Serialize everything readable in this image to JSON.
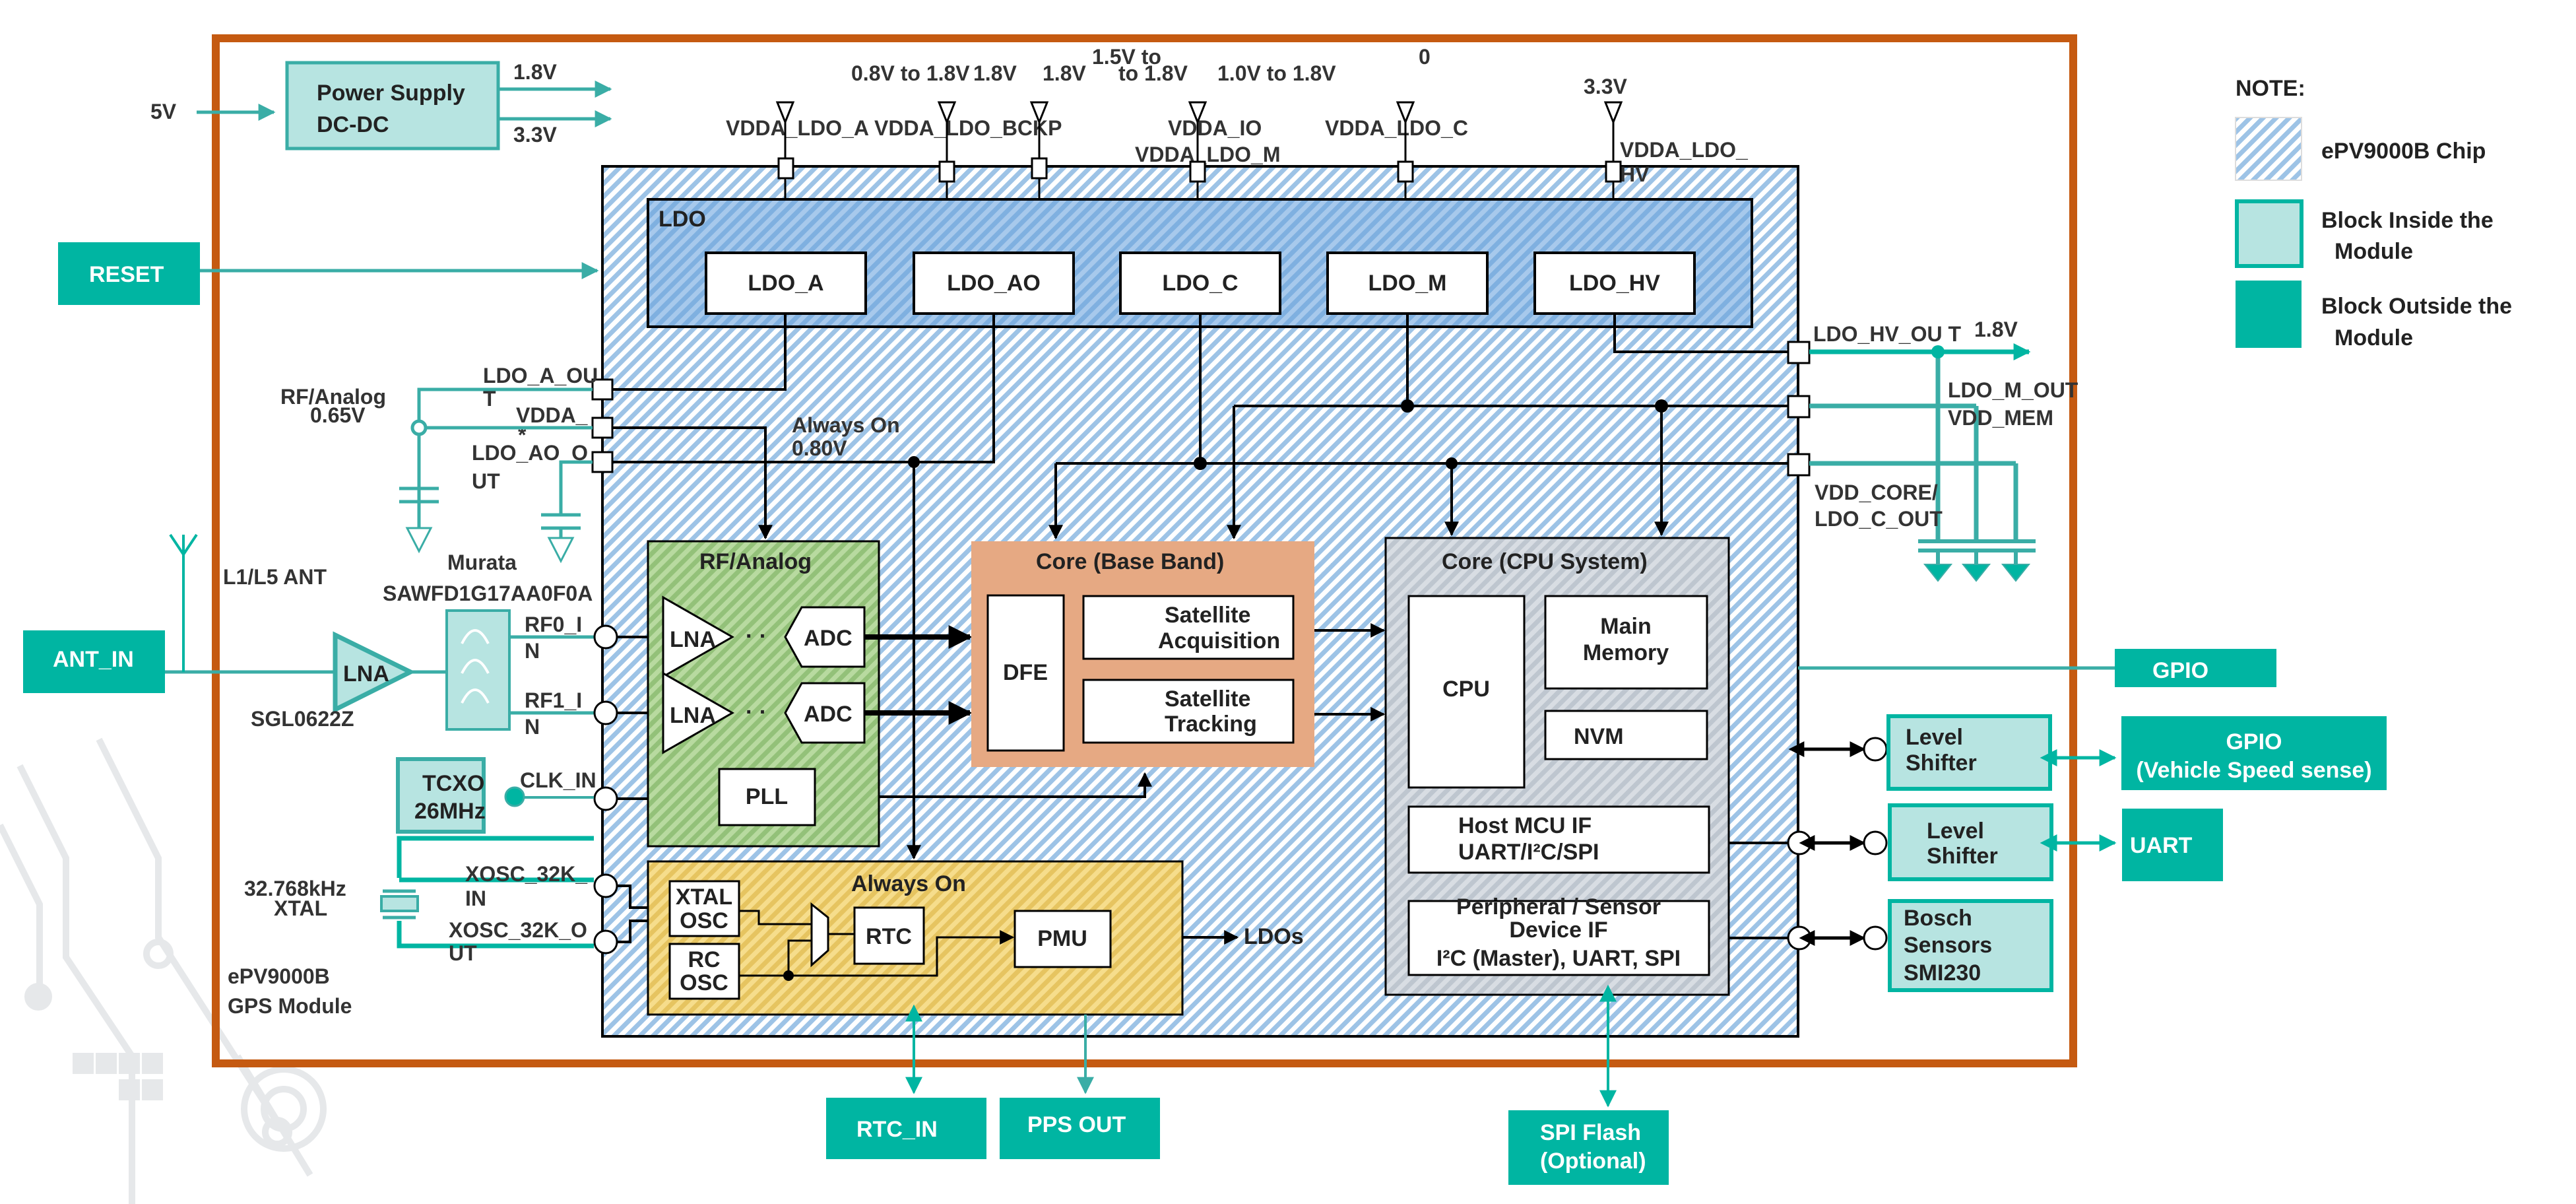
{
  "colors": {
    "module_border": "#c55a11",
    "teal_outside": "#00b5a2",
    "teal_inside_fill": "#b7e4e1",
    "teal_line": "#3aada6",
    "chip_hatch": "#9dc3e6",
    "ldo_fill": "#8db8e6",
    "rf_analog_fill": "#a9d18e",
    "core_baseband_fill": "#e6a983",
    "core_cpu_fill": "#cfd5dc",
    "always_on_fill": "#f2d47a"
  },
  "power_supply": {
    "line1": "Power Supply",
    "line2": "DC-DC",
    "input": "5V",
    "out1": "1.8V",
    "out2": "3.3V"
  },
  "reset": "RESET",
  "supply_pins": [
    {
      "voltage": "",
      "name": "VDDA_LDO_A"
    },
    {
      "voltage": "0.8V to 1.8V",
      "name": "VDDA_LDO_BCKP"
    },
    {
      "voltage": "1.8V",
      "name": ""
    },
    {
      "voltage": "1.8V",
      "name": ""
    },
    {
      "voltage_l1": "1.5V to",
      "voltage_l2": "to 1.8V",
      "name_l1": "VDDA_IO",
      "name_l2": "VDDA_LDO_M"
    },
    {
      "voltage": "1.0V to 1.8V",
      "voltage_extra": "0",
      "name": "VDDA_LDO_C"
    },
    {
      "voltage": "3.3V",
      "name_l1": "VDDA_LDO_",
      "name_l2": "HV"
    }
  ],
  "ldo": {
    "title": "LDO",
    "blocks": [
      "LDO_A",
      "LDO_AO",
      "LDO_C",
      "LDO_M",
      "LDO_HV"
    ]
  },
  "left_pins": {
    "ldo_a_out_l1": "LDO_A_OU",
    "ldo_a_out_l2": "T",
    "vdda_l1": "VDDA_",
    "vdda_star": "*",
    "ldo_ao_out_l1": "LDO_AO_O",
    "ldo_ao_out_l2": "UT",
    "rf_analog_l1": "RF/Analog",
    "rf_analog_l2": "0.65V",
    "always_on_l1": "Always On",
    "always_on_l2": "0.80V"
  },
  "right_pins": {
    "ldo_hv_out": "LDO_HV_OU T",
    "hv_voltage": "1.8V",
    "ldo_m_out": "LDO_M_OUT",
    "vdd_mem": "VDD_MEM",
    "vdd_core": "VDD_CORE/",
    "ldo_c_out": "LDO_C_OUT"
  },
  "antenna": {
    "ant_in": "ANT_IN",
    "ant_label": "L1/L5 ANT",
    "lna": "LNA",
    "lna_part": "SGL0622Z",
    "saw_vendor": "Murata",
    "saw_part": "SAWFD1G17AA0F0A",
    "rf0_l1": "RF0_I",
    "rf0_l2": "N",
    "rf1_l1": "RF1_I",
    "rf1_l2": "N"
  },
  "clock": {
    "tcxo_l1": "TCXO",
    "tcxo_l2": "26MHz",
    "clk_in": "CLK_IN",
    "xtal_l1": "32.768kHz",
    "xtal_l2": "XTAL",
    "xosc_in_l1": "XOSC_32K_",
    "xosc_in_l2": "IN",
    "xosc_out_l1": "XOSC_32K_O",
    "xosc_out_l2": "UT"
  },
  "module_label": {
    "l1": "ePV9000B",
    "l2": "GPS Module"
  },
  "rf_analog": {
    "title": "RF/Analog",
    "lna": "LNA",
    "adc": "ADC",
    "dots": "· ·",
    "pll": "PLL"
  },
  "core_baseband": {
    "title": "Core  (Base Band)",
    "dfe": "DFE",
    "acq_l1": "Satellite",
    "acq_l2": "Acquisition",
    "trk_l1": "Satellite",
    "trk_l2": "Tracking"
  },
  "core_cpu": {
    "title": "Core  (CPU System)",
    "cpu": "CPU",
    "mem_l1": "Main",
    "mem_l2": "Memory",
    "nvm": "NVM",
    "host_l1": "Host MCU IF",
    "host_l2": "UART/I²C/SPI",
    "periph_l1": "Peripheral / Sensor",
    "periph_l2": "Device IF",
    "periph_l3": "I²C (Master), UART, SPI"
  },
  "always_on": {
    "title": "Always On",
    "xtal_l1": "XTAL",
    "xtal_l2": "OSC",
    "rc_l1": "RC",
    "rc_l2": "OSC",
    "rtc": "RTC",
    "pmu": "PMU",
    "ldos": "LDOs"
  },
  "external": {
    "gpio": "GPIO",
    "gpio_vss_l1": "GPIO",
    "gpio_vss_l2": "(Vehicle Speed sense)",
    "uart": "UART",
    "level_shifter_l1": "Level",
    "level_shifter_l2": "Shifter",
    "bosch_l1": "Bosch",
    "bosch_l2": "Sensors",
    "bosch_l3": "SMI230",
    "rtc_in": "RTC_IN",
    "pps_out": "PPS OUT",
    "spi_l1": "SPI Flash",
    "spi_l2": "(Optional)"
  },
  "legend": {
    "title": "NOTE:",
    "items": [
      {
        "l1": "ePV9000B Chip",
        "l2": ""
      },
      {
        "l1": "Block Inside the",
        "l2": "Module"
      },
      {
        "l1": "Block Outside the",
        "l2": "Module"
      }
    ]
  }
}
